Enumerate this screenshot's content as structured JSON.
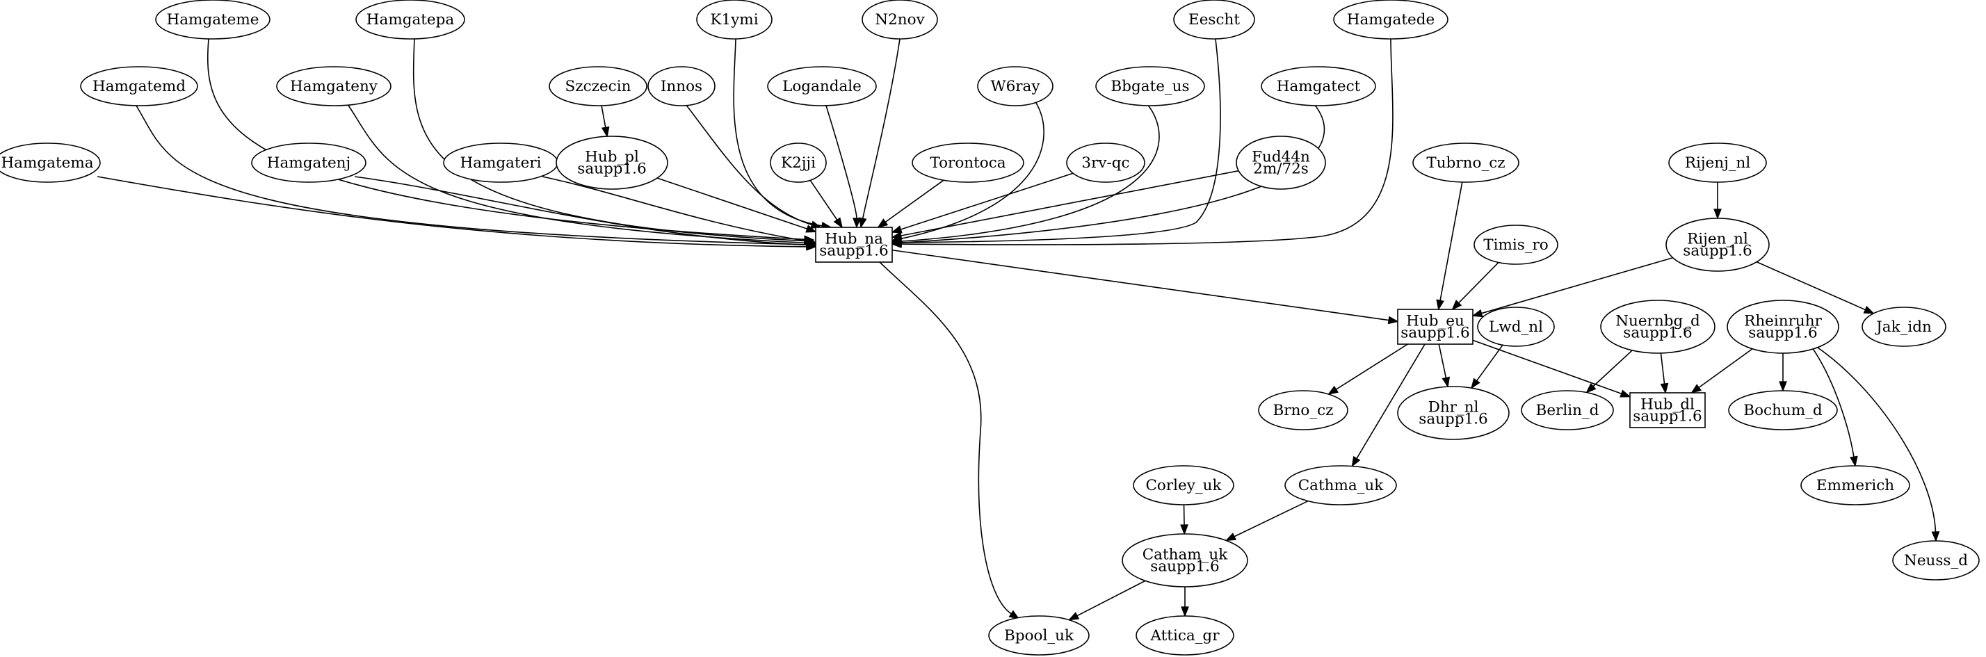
{
  "nodes": [
    {
      "id": "Hamgateme",
      "lines": [
        "Hamgateme"
      ],
      "shape": "ellipse"
    },
    {
      "id": "Hamgatepa",
      "lines": [
        "Hamgatepa"
      ],
      "shape": "ellipse"
    },
    {
      "id": "K1ymi",
      "lines": [
        "K1ymi"
      ],
      "shape": "ellipse"
    },
    {
      "id": "N2nov",
      "lines": [
        "N2nov"
      ],
      "shape": "ellipse"
    },
    {
      "id": "Eescht",
      "lines": [
        "Eescht"
      ],
      "shape": "ellipse"
    },
    {
      "id": "Hamgatede",
      "lines": [
        "Hamgatede"
      ],
      "shape": "ellipse"
    },
    {
      "id": "Hamgatemd",
      "lines": [
        "Hamgatemd"
      ],
      "shape": "ellipse"
    },
    {
      "id": "Hamgateny",
      "lines": [
        "Hamgateny"
      ],
      "shape": "ellipse"
    },
    {
      "id": "Szczecin",
      "lines": [
        "Szczecin"
      ],
      "shape": "ellipse"
    },
    {
      "id": "Innos",
      "lines": [
        "Innos"
      ],
      "shape": "ellipse"
    },
    {
      "id": "Logandale",
      "lines": [
        "Logandale"
      ],
      "shape": "ellipse"
    },
    {
      "id": "W6ray",
      "lines": [
        "W6ray"
      ],
      "shape": "ellipse"
    },
    {
      "id": "Bbgate_us",
      "lines": [
        "Bbgate_us"
      ],
      "shape": "ellipse"
    },
    {
      "id": "Hamgatect",
      "lines": [
        "Hamgatect"
      ],
      "shape": "ellipse"
    },
    {
      "id": "Hamgatema",
      "lines": [
        "Hamgatema"
      ],
      "shape": "ellipse"
    },
    {
      "id": "Hamgatenj",
      "lines": [
        "Hamgatenj"
      ],
      "shape": "ellipse"
    },
    {
      "id": "Hamgateri",
      "lines": [
        "Hamgateri"
      ],
      "shape": "ellipse"
    },
    {
      "id": "Hub_pl",
      "lines": [
        "Hub_pl",
        "saupp1.6"
      ],
      "shape": "ellipse"
    },
    {
      "id": "K2jji",
      "lines": [
        "K2jji"
      ],
      "shape": "ellipse"
    },
    {
      "id": "Torontoca",
      "lines": [
        "Torontoca"
      ],
      "shape": "ellipse"
    },
    {
      "id": "3rv-qc",
      "lines": [
        "3rv-qc"
      ],
      "shape": "ellipse"
    },
    {
      "id": "Fud44n",
      "lines": [
        "Fud44n",
        "2m/72s"
      ],
      "shape": "ellipse"
    },
    {
      "id": "Tubrno_cz",
      "lines": [
        "Tubrno_cz"
      ],
      "shape": "ellipse"
    },
    {
      "id": "Rijenj_nl",
      "lines": [
        "Rijenj_nl"
      ],
      "shape": "ellipse"
    },
    {
      "id": "Hub_na",
      "lines": [
        "Hub_na",
        "saupp1.6"
      ],
      "shape": "box"
    },
    {
      "id": "Timis_ro",
      "lines": [
        "Timis_ro"
      ],
      "shape": "ellipse"
    },
    {
      "id": "Rijen_nl",
      "lines": [
        "Rijen_nl",
        "saupp1.6"
      ],
      "shape": "ellipse"
    },
    {
      "id": "Hub_eu",
      "lines": [
        "Hub_eu",
        "saupp1.6"
      ],
      "shape": "box"
    },
    {
      "id": "Lwd_nl",
      "lines": [
        "Lwd_nl"
      ],
      "shape": "ellipse"
    },
    {
      "id": "Nuernbg_d",
      "lines": [
        "Nuernbg_d",
        "saupp1.6"
      ],
      "shape": "ellipse"
    },
    {
      "id": "Rheinruhr",
      "lines": [
        "Rheinruhr",
        "saupp1.6"
      ],
      "shape": "ellipse"
    },
    {
      "id": "Jak_idn",
      "lines": [
        "Jak_idn"
      ],
      "shape": "ellipse"
    },
    {
      "id": "Brno_cz",
      "lines": [
        "Brno_cz"
      ],
      "shape": "ellipse"
    },
    {
      "id": "Dhr_nl",
      "lines": [
        "Dhr_nl",
        "saupp1.6"
      ],
      "shape": "ellipse"
    },
    {
      "id": "Berlin_d",
      "lines": [
        "Berlin_d"
      ],
      "shape": "ellipse"
    },
    {
      "id": "Hub_dl",
      "lines": [
        "Hub_dl",
        "saupp1.6"
      ],
      "shape": "box"
    },
    {
      "id": "Bochum_d",
      "lines": [
        "Bochum_d"
      ],
      "shape": "ellipse"
    },
    {
      "id": "Emmerich",
      "lines": [
        "Emmerich"
      ],
      "shape": "ellipse"
    },
    {
      "id": "Corley_uk",
      "lines": [
        "Corley_uk"
      ],
      "shape": "ellipse"
    },
    {
      "id": "Cathma_uk",
      "lines": [
        "Cathma_uk"
      ],
      "shape": "ellipse"
    },
    {
      "id": "Neuss_d",
      "lines": [
        "Neuss_d"
      ],
      "shape": "ellipse"
    },
    {
      "id": "Catham_uk",
      "lines": [
        "Catham_uk",
        "saupp1.6"
      ],
      "shape": "ellipse"
    },
    {
      "id": "Bpool_uk",
      "lines": [
        "Bpool_uk"
      ],
      "shape": "ellipse"
    },
    {
      "id": "Attica_gr",
      "lines": [
        "Attica_gr"
      ],
      "shape": "ellipse"
    }
  ],
  "edges": [
    {
      "from": "Hamgateme",
      "to": "Hub_na"
    },
    {
      "from": "Hamgatepa",
      "to": "Hub_na"
    },
    {
      "from": "K1ymi",
      "to": "Hub_na"
    },
    {
      "from": "N2nov",
      "to": "Hub_na"
    },
    {
      "from": "Eescht",
      "to": "Hub_na"
    },
    {
      "from": "Hamgatede",
      "to": "Hub_na"
    },
    {
      "from": "Hamgatemd",
      "to": "Hub_na"
    },
    {
      "from": "Hamgateny",
      "to": "Hub_na"
    },
    {
      "from": "Szczecin",
      "to": "Hub_pl"
    },
    {
      "from": "Innos",
      "to": "Hub_na"
    },
    {
      "from": "Logandale",
      "to": "Hub_na"
    },
    {
      "from": "W6ray",
      "to": "Hub_na"
    },
    {
      "from": "Bbgate_us",
      "to": "Hub_na"
    },
    {
      "from": "Hamgatect",
      "to": "Hub_na"
    },
    {
      "from": "Hamgatema",
      "to": "Hub_na"
    },
    {
      "from": "Hamgatenj",
      "to": "Hub_na"
    },
    {
      "from": "Hamgateri",
      "to": "Hub_na"
    },
    {
      "from": "Hub_pl",
      "to": "Hub_na"
    },
    {
      "from": "K2jji",
      "to": "Hub_na"
    },
    {
      "from": "Torontoca",
      "to": "Hub_na"
    },
    {
      "from": "3rv-qc",
      "to": "Hub_na"
    },
    {
      "from": "Fud44n",
      "to": "Hub_na"
    },
    {
      "from": "Hub_na",
      "to": "Hub_eu"
    },
    {
      "from": "Hub_na",
      "to": "Bpool_uk"
    },
    {
      "from": "Tubrno_cz",
      "to": "Hub_eu"
    },
    {
      "from": "Timis_ro",
      "to": "Hub_eu"
    },
    {
      "from": "Rijenj_nl",
      "to": "Rijen_nl"
    },
    {
      "from": "Rijen_nl",
      "to": "Hub_eu"
    },
    {
      "from": "Rijen_nl",
      "to": "Jak_idn"
    },
    {
      "from": "Hub_eu",
      "to": "Brno_cz"
    },
    {
      "from": "Hub_eu",
      "to": "Dhr_nl"
    },
    {
      "from": "Hub_eu",
      "to": "Hub_dl"
    },
    {
      "from": "Hub_eu",
      "to": "Cathma_uk"
    },
    {
      "from": "Lwd_nl",
      "to": "Dhr_nl"
    },
    {
      "from": "Nuernbg_d",
      "to": "Berlin_d"
    },
    {
      "from": "Nuernbg_d",
      "to": "Hub_dl"
    },
    {
      "from": "Rheinruhr",
      "to": "Hub_dl"
    },
    {
      "from": "Rheinruhr",
      "to": "Bochum_d"
    },
    {
      "from": "Rheinruhr",
      "to": "Emmerich"
    },
    {
      "from": "Rheinruhr",
      "to": "Neuss_d"
    },
    {
      "from": "Corley_uk",
      "to": "Catham_uk"
    },
    {
      "from": "Cathma_uk",
      "to": "Catham_uk"
    },
    {
      "from": "Catham_uk",
      "to": "Bpool_uk"
    },
    {
      "from": "Catham_uk",
      "to": "Attica_gr"
    }
  ]
}
